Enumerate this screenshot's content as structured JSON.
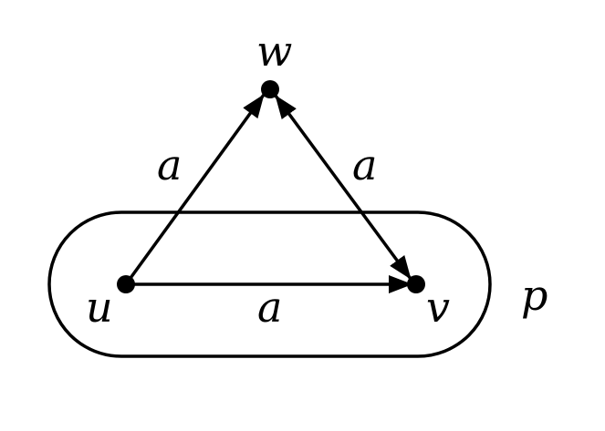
{
  "diagram": {
    "nodes": [
      {
        "id": "u",
        "label": "u"
      },
      {
        "id": "v",
        "label": "v"
      },
      {
        "id": "w",
        "label": "w"
      }
    ],
    "edges": [
      {
        "from": "u",
        "to": "w",
        "label": "a",
        "directed": true
      },
      {
        "from": "u",
        "to": "v",
        "label": "a",
        "directed": true
      },
      {
        "from": "w",
        "to": "v",
        "label": "a",
        "directed": true,
        "bidirectional": true
      }
    ],
    "region": {
      "label": "p",
      "contains": [
        "u",
        "v"
      ]
    }
  },
  "colors": {
    "ink": "#000000",
    "background": "#ffffff"
  }
}
